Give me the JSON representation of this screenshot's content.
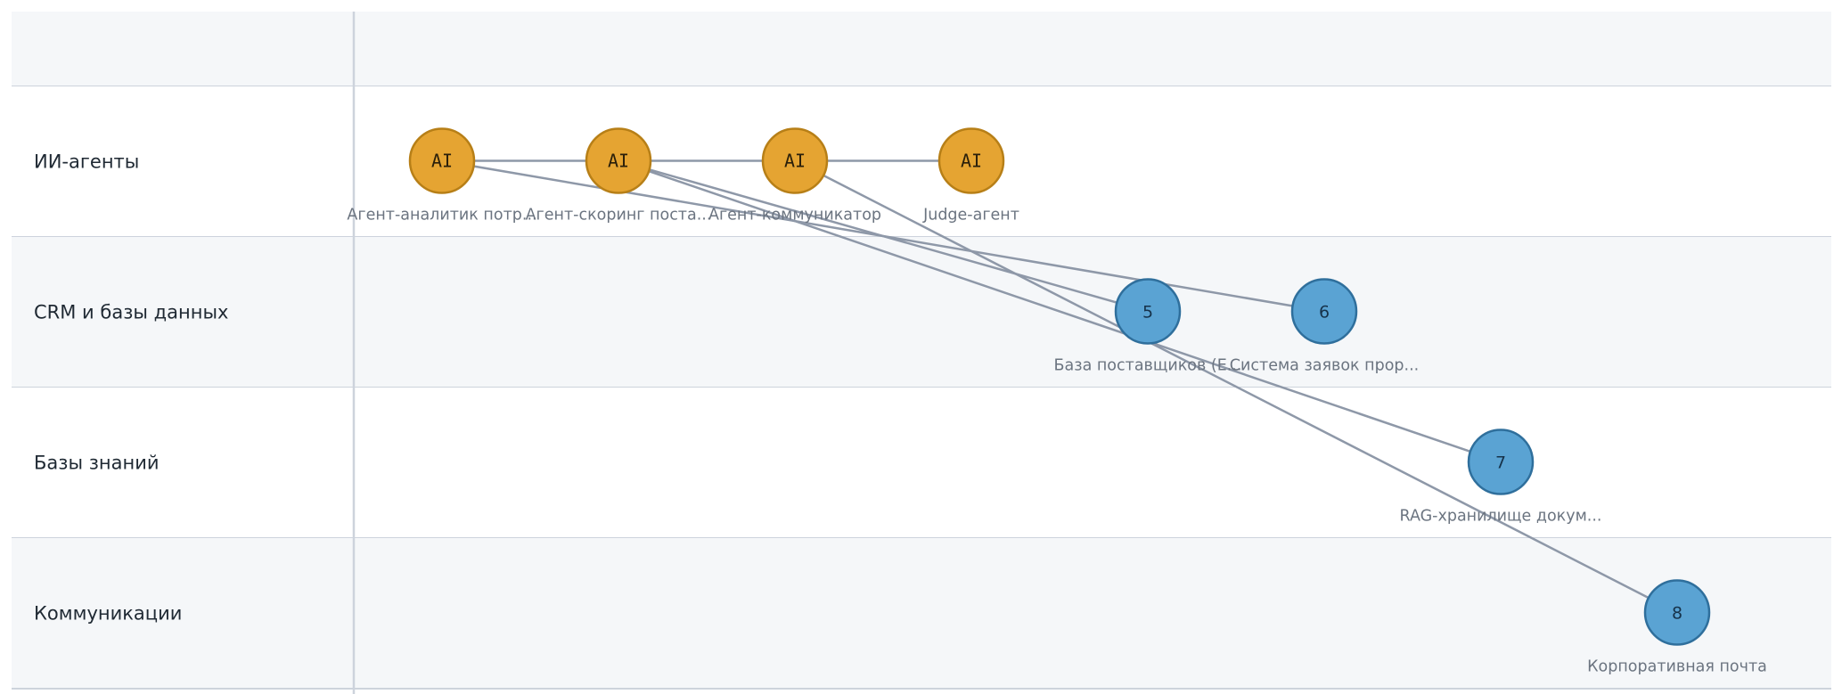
{
  "diagram": {
    "lanes": [
      {
        "id": "header",
        "label": ""
      },
      {
        "id": "ai",
        "label": "ИИ-агенты"
      },
      {
        "id": "crm",
        "label": "CRM и базы данных"
      },
      {
        "id": "kb",
        "label": "Базы знаний"
      },
      {
        "id": "comm",
        "label": "Коммуникации"
      }
    ],
    "nodes": [
      {
        "id": "n1",
        "lane": "ai",
        "kind": "ai",
        "text": "AI",
        "label": "Агент-аналитик потр..."
      },
      {
        "id": "n2",
        "lane": "ai",
        "kind": "ai",
        "text": "AI",
        "label": "Агент-скоринг поста..."
      },
      {
        "id": "n3",
        "lane": "ai",
        "kind": "ai",
        "text": "AI",
        "label": "Агент-коммуникатор"
      },
      {
        "id": "n4",
        "lane": "ai",
        "kind": "ai",
        "text": "AI",
        "label": "Judge-агент"
      },
      {
        "id": "n5",
        "lane": "crm",
        "kind": "system",
        "text": "5",
        "label": "База поставщиков (E..."
      },
      {
        "id": "n6",
        "lane": "crm",
        "kind": "system",
        "text": "6",
        "label": "Система заявок прор..."
      },
      {
        "id": "n7",
        "lane": "kb",
        "kind": "system",
        "text": "7",
        "label": "RAG-хранилище докум..."
      },
      {
        "id": "n8",
        "lane": "comm",
        "kind": "system",
        "text": "8",
        "label": "Корпоративная почта"
      }
    ],
    "edges": [
      [
        "n1",
        "n2"
      ],
      [
        "n2",
        "n3"
      ],
      [
        "n3",
        "n4"
      ],
      [
        "n1",
        "n6"
      ],
      [
        "n2",
        "n5"
      ],
      [
        "n2",
        "n7"
      ],
      [
        "n3",
        "n8"
      ]
    ],
    "colors": {
      "ai_fill": "#e5a432",
      "ai_stroke": "#b77f17",
      "system_fill": "#5aa3d3",
      "system_stroke": "#2f6f9c",
      "edge": "#8e98a8",
      "lane_alt": "#f5f7f9",
      "lane_border": "#cdd3dc"
    }
  }
}
